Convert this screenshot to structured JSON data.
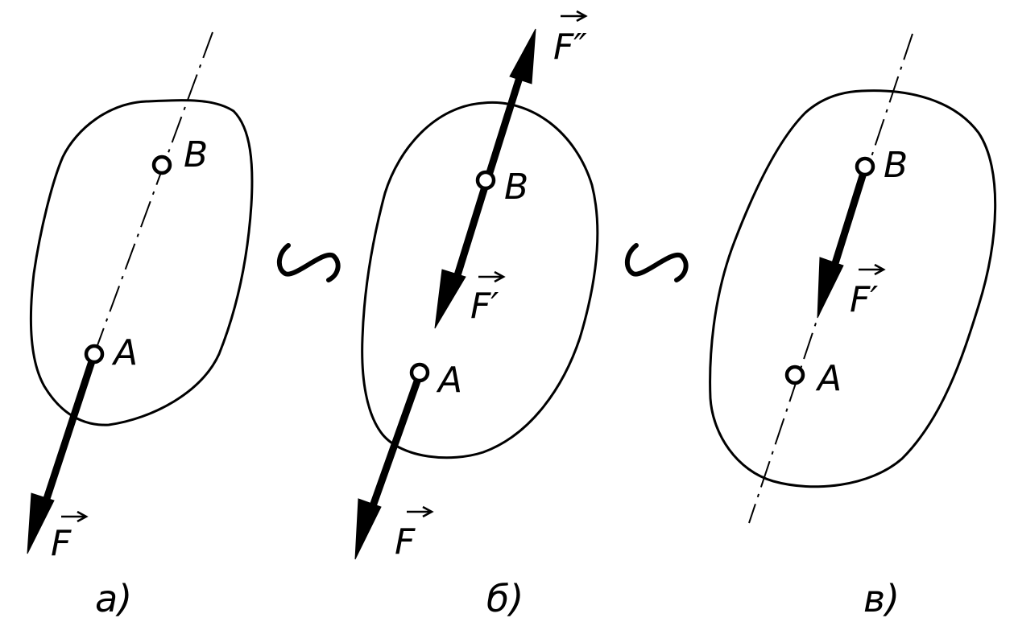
{
  "panels": [
    {
      "caption": "a)",
      "points": {
        "upper": "B",
        "lower": "A"
      },
      "forces": [
        {
          "label": "F"
        }
      ]
    },
    {
      "caption": "б)",
      "points": {
        "upper": "B",
        "lower": "A"
      },
      "forces": [
        {
          "label": "F″"
        },
        {
          "label": "F′"
        },
        {
          "label": "F"
        }
      ]
    },
    {
      "caption": "в)",
      "points": {
        "upper": "B",
        "lower": "A"
      },
      "forces": [
        {
          "label": "F′"
        }
      ]
    }
  ]
}
